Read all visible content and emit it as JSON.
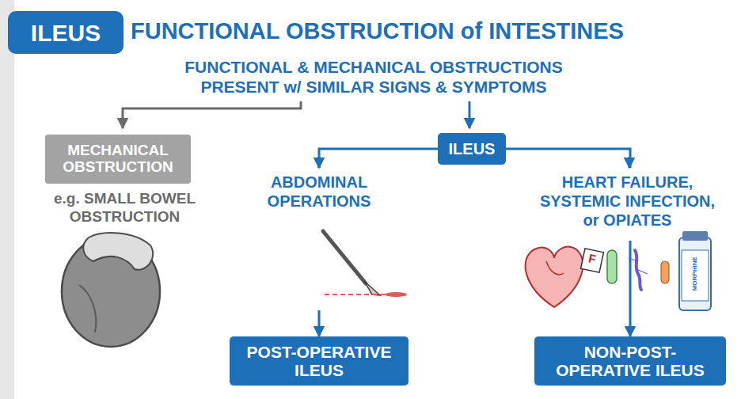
{
  "diagram": {
    "title": "FUNCTIONAL OBSTRUCTION of INTESTINES",
    "nodes": [
      {
        "text": [
          "ILEUS"
        ]
      },
      {
        "text": [
          "MECHANICAL OBSTRUCTION"
        ]
      },
      {
        "text": [
          "ILEUS"
        ]
      },
      {
        "text": [
          "POST-OPERATIVE ILEUS"
        ]
      },
      {
        "text": [
          "NON-POST-OPERATIVE ILEUS"
        ]
      }
    ],
    "edges": [
      {
        "from": 2,
        "to": 3,
        "arrow": "to"
      },
      {
        "from": 2,
        "to": 4,
        "arrow": "to"
      }
    ],
    "labels": [
      "FUNCTIONAL & MECHANICAL OBSTRUCTIONS PRESENT w/ SIMILAR SIGNS & SYMPTOMS",
      "e.g. SMALL BOWEL OBSTRUCTION",
      "ABDOMINAL OPERATIONS",
      "HEART FAILURE, SYSTEMIC INFECTION, or OPIATES",
      "F",
      "MORPHINE"
    ]
  }
}
